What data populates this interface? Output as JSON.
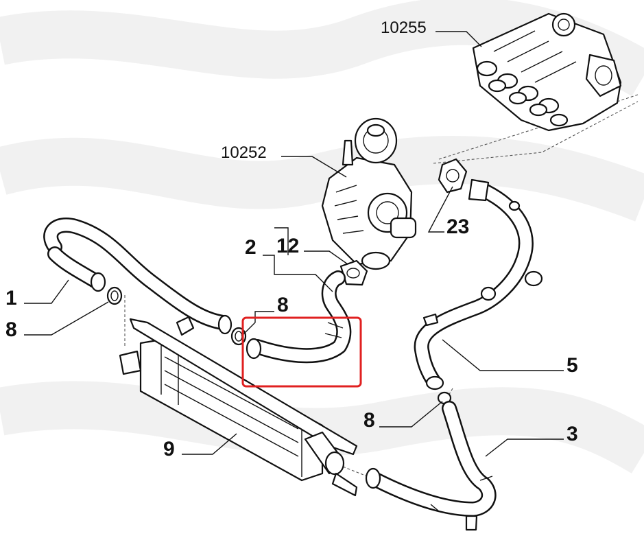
{
  "callouts": [
    {
      "id": "c1",
      "label": "1"
    },
    {
      "id": "c8a",
      "label": "8"
    },
    {
      "id": "c9",
      "label": "9"
    },
    {
      "id": "c2",
      "label": "2"
    },
    {
      "id": "c12",
      "label": "12"
    },
    {
      "id": "c8b",
      "label": "8"
    },
    {
      "id": "c10252",
      "label": "10252"
    },
    {
      "id": "c10255",
      "label": "10255"
    },
    {
      "id": "c23",
      "label": "23"
    },
    {
      "id": "c5",
      "label": "5"
    },
    {
      "id": "c8c",
      "label": "8"
    },
    {
      "id": "c3",
      "label": "3"
    }
  ],
  "highlight": {
    "color": "#e02020"
  }
}
